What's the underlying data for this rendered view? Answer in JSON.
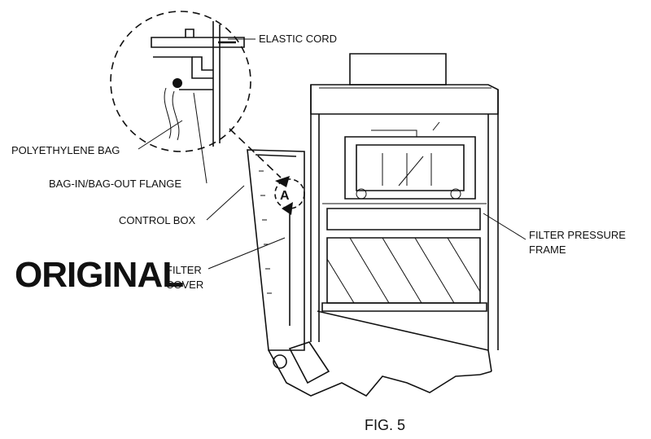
{
  "labels": {
    "elastic_cord": "ELASTIC CORD",
    "polyethylene_bag": "POLYETHYLENE BAG",
    "bag_flange": "BAG-IN/BAG-OUT FLANGE",
    "control_box": "CONTROL BOX",
    "filter_cover_1": "FILTER",
    "filter_cover_2": "COVER",
    "filter_pressure_frame_1": "FILTER PRESSURE",
    "filter_pressure_frame_2": "FRAME",
    "detail_marker": "A",
    "stamp": "ORIGINAL",
    "figure_caption": "FIG. 5"
  }
}
